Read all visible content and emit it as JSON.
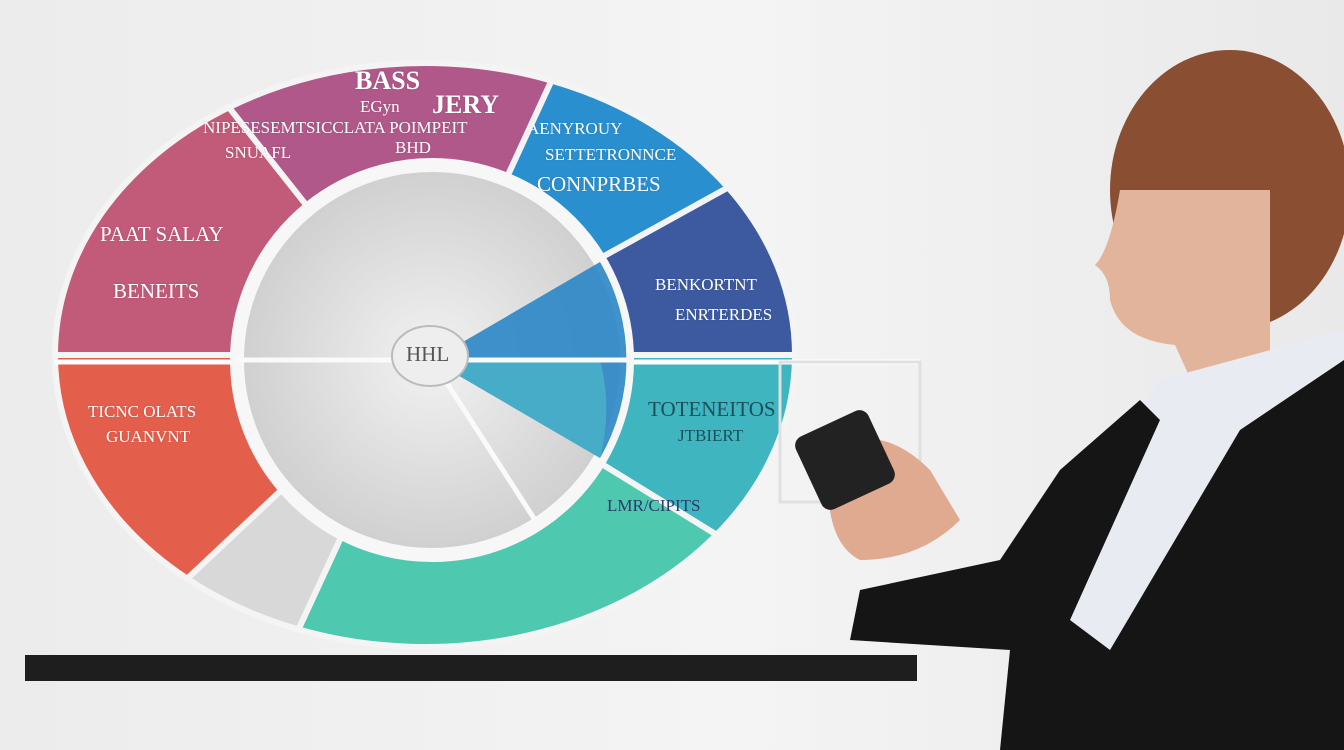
{
  "colors": {
    "pink": "#c25a7a",
    "magenta": "#b0588a",
    "blue": "#2a8fcf",
    "navy": "#3d5aa0",
    "teal": "#3fb5c0",
    "green": "#4fc8b0",
    "gray": "#d8d8d8",
    "red": "#e45e4c",
    "bar": "#1e1e1e"
  },
  "chart_labels": {
    "top_title_1": "BASS",
    "top_title_2": "JERY",
    "top_sub": "EGyn",
    "top_line": "NIPESESEMTSICCLATA POIMPEIT",
    "top_line2_left": "SNUAFL",
    "top_line2_right": "BHD",
    "blue_1": "AENYROUY",
    "blue_2": "SETTETRONNCE",
    "blue_3": "CONNPRBES",
    "pink_1": "PAAT SALAY",
    "pink_2": "BENEITS",
    "navy_1": "BENKORTNT",
    "navy_2": "ENRTERDES",
    "red_1": "TICNC OLATS",
    "red_2": "GUANVNT",
    "teal_1": "TOTENEITOS",
    "teal_2": "JTBIERT",
    "green_1": "LMR/CIPITS",
    "center": "HHL"
  }
}
